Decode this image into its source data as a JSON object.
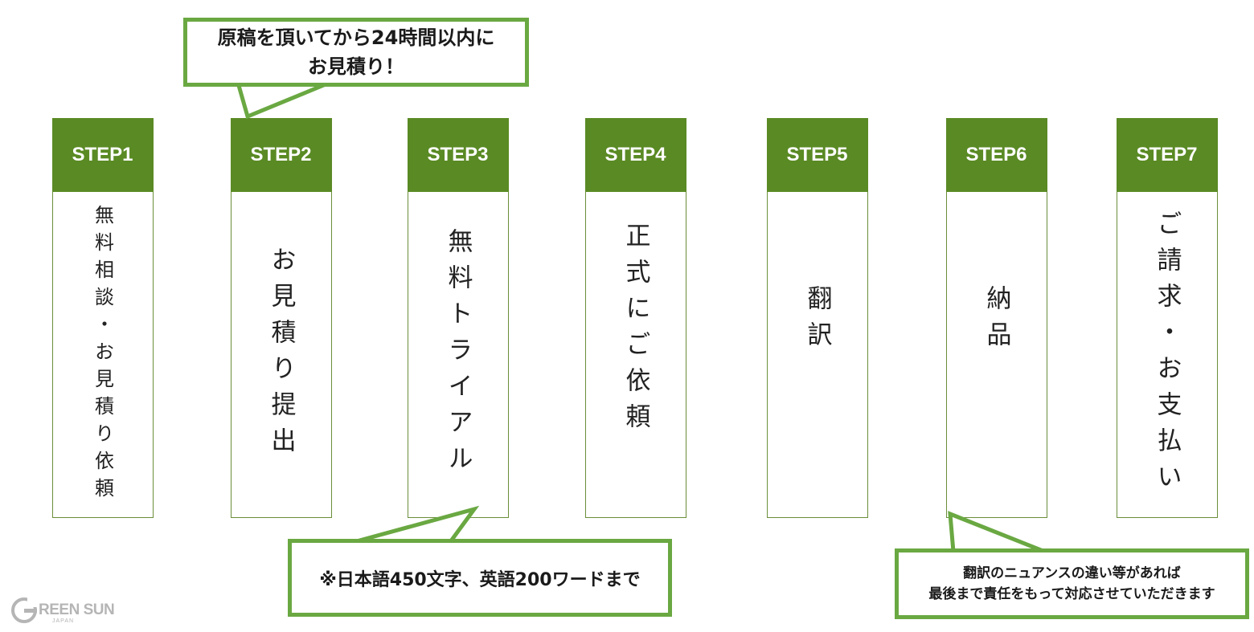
{
  "steps": [
    {
      "label": "STEP1",
      "text": "無料相談・お見積り依頼"
    },
    {
      "label": "STEP2",
      "text": "お見積り提出"
    },
    {
      "label": "STEP3",
      "text": "無料トライアル"
    },
    {
      "label": "STEP4",
      "text": "正式にご依頼"
    },
    {
      "label": "STEP5",
      "text": "翻訳"
    },
    {
      "label": "STEP6",
      "text": "納品"
    },
    {
      "label": "STEP7",
      "text": "ご請求・お支払い"
    }
  ],
  "callouts": {
    "quote": {
      "line1": "原稿を頂いてから24時間以内に",
      "line2": "お見積り！"
    },
    "trial": {
      "text": "※日本語450文字、英語200ワードまで"
    },
    "delivery": {
      "line1": "翻訳のニュアンスの違い等があれば",
      "line2": "最後まで責任をもって対応させていただきます"
    }
  },
  "logo": {
    "text": "REEN SUN",
    "sub": "JAPAN"
  },
  "colors": {
    "step_header": "#5a8a24",
    "callout_border": "#6aa842",
    "step_border": "#6b8e3a"
  }
}
